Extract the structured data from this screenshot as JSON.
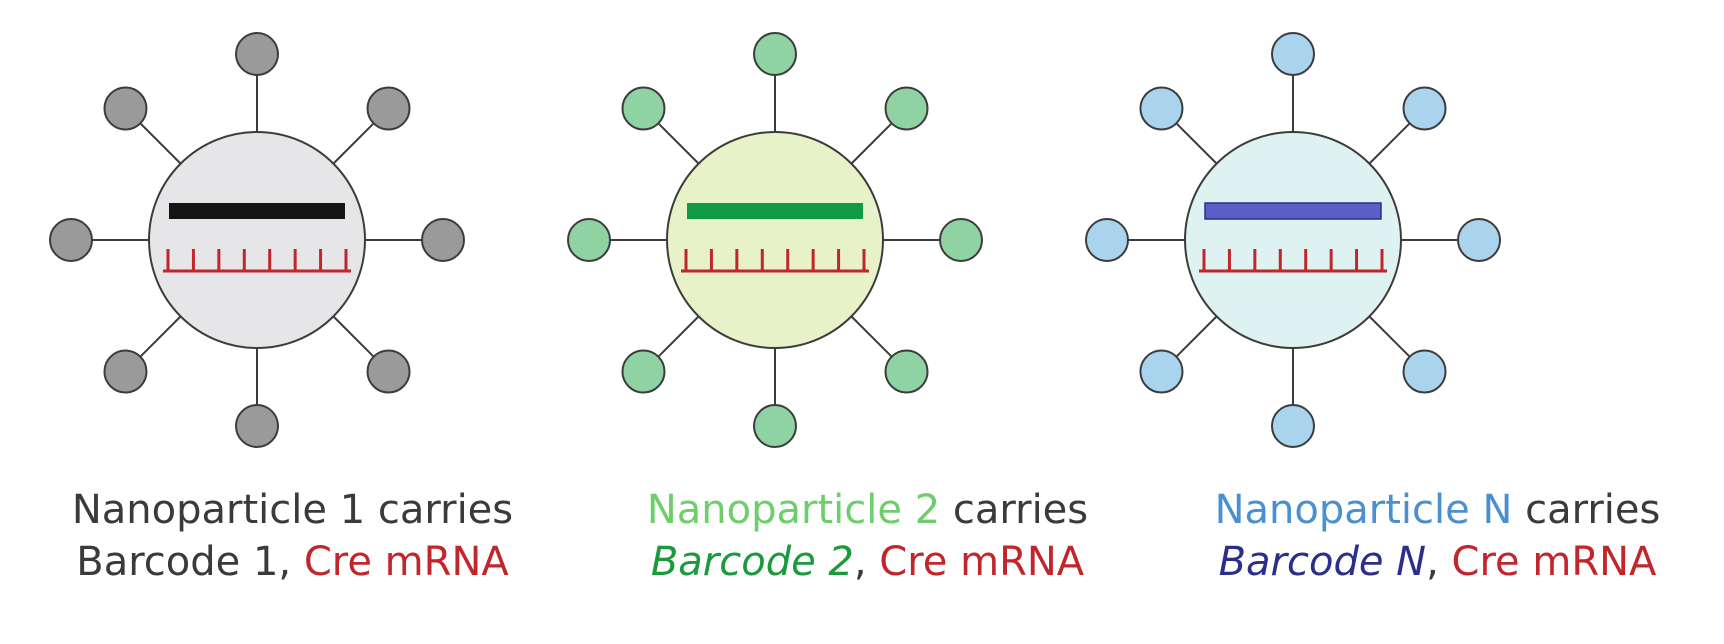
{
  "particles": [
    {
      "name": "Nanoparticle 1",
      "caption_name": "Nanoparticle 1",
      "caption_carries": " carries",
      "caption_barcode": "Barcode 1",
      "caption_sep": ", ",
      "caption_cre": "Cre mRNA",
      "colors": {
        "name_text": "#3a3a3a",
        "barcode_text": "#3a3a3a",
        "core_fill": "#e6e6e8",
        "satellite_fill": "#9a9a9a",
        "barcode_bar": "#141414"
      }
    },
    {
      "name": "Nanoparticle 2",
      "caption_name": "Nanoparticle 2",
      "caption_carries": " carries",
      "caption_barcode": "Barcode 2",
      "caption_sep": ",  ",
      "caption_cre": "Cre mRNA",
      "colors": {
        "name_text": "#6ccf6c",
        "barcode_text": "#1a9a3c",
        "core_fill": "#e8f2c8",
        "satellite_fill": "#8fd3a2",
        "barcode_bar": "#0f9a45"
      }
    },
    {
      "name": "Nanoparticle N",
      "caption_name": "Nanoparticle N",
      "caption_carries": " carries",
      "caption_barcode": "Barcode N",
      "caption_sep": ", ",
      "caption_cre": "Cre mRNA",
      "colors": {
        "name_text": "#4a8fd0",
        "barcode_text": "#2b2e8a",
        "core_fill": "#def2f2",
        "satellite_fill": "#aad4ee",
        "barcode_bar": "#5a5fc8"
      }
    }
  ],
  "colors": {
    "carries_text": "#3a3a3a",
    "cre_text": "#c0262b",
    "mrna_strand": "#c0262b",
    "outline": "#3c3c3c"
  }
}
